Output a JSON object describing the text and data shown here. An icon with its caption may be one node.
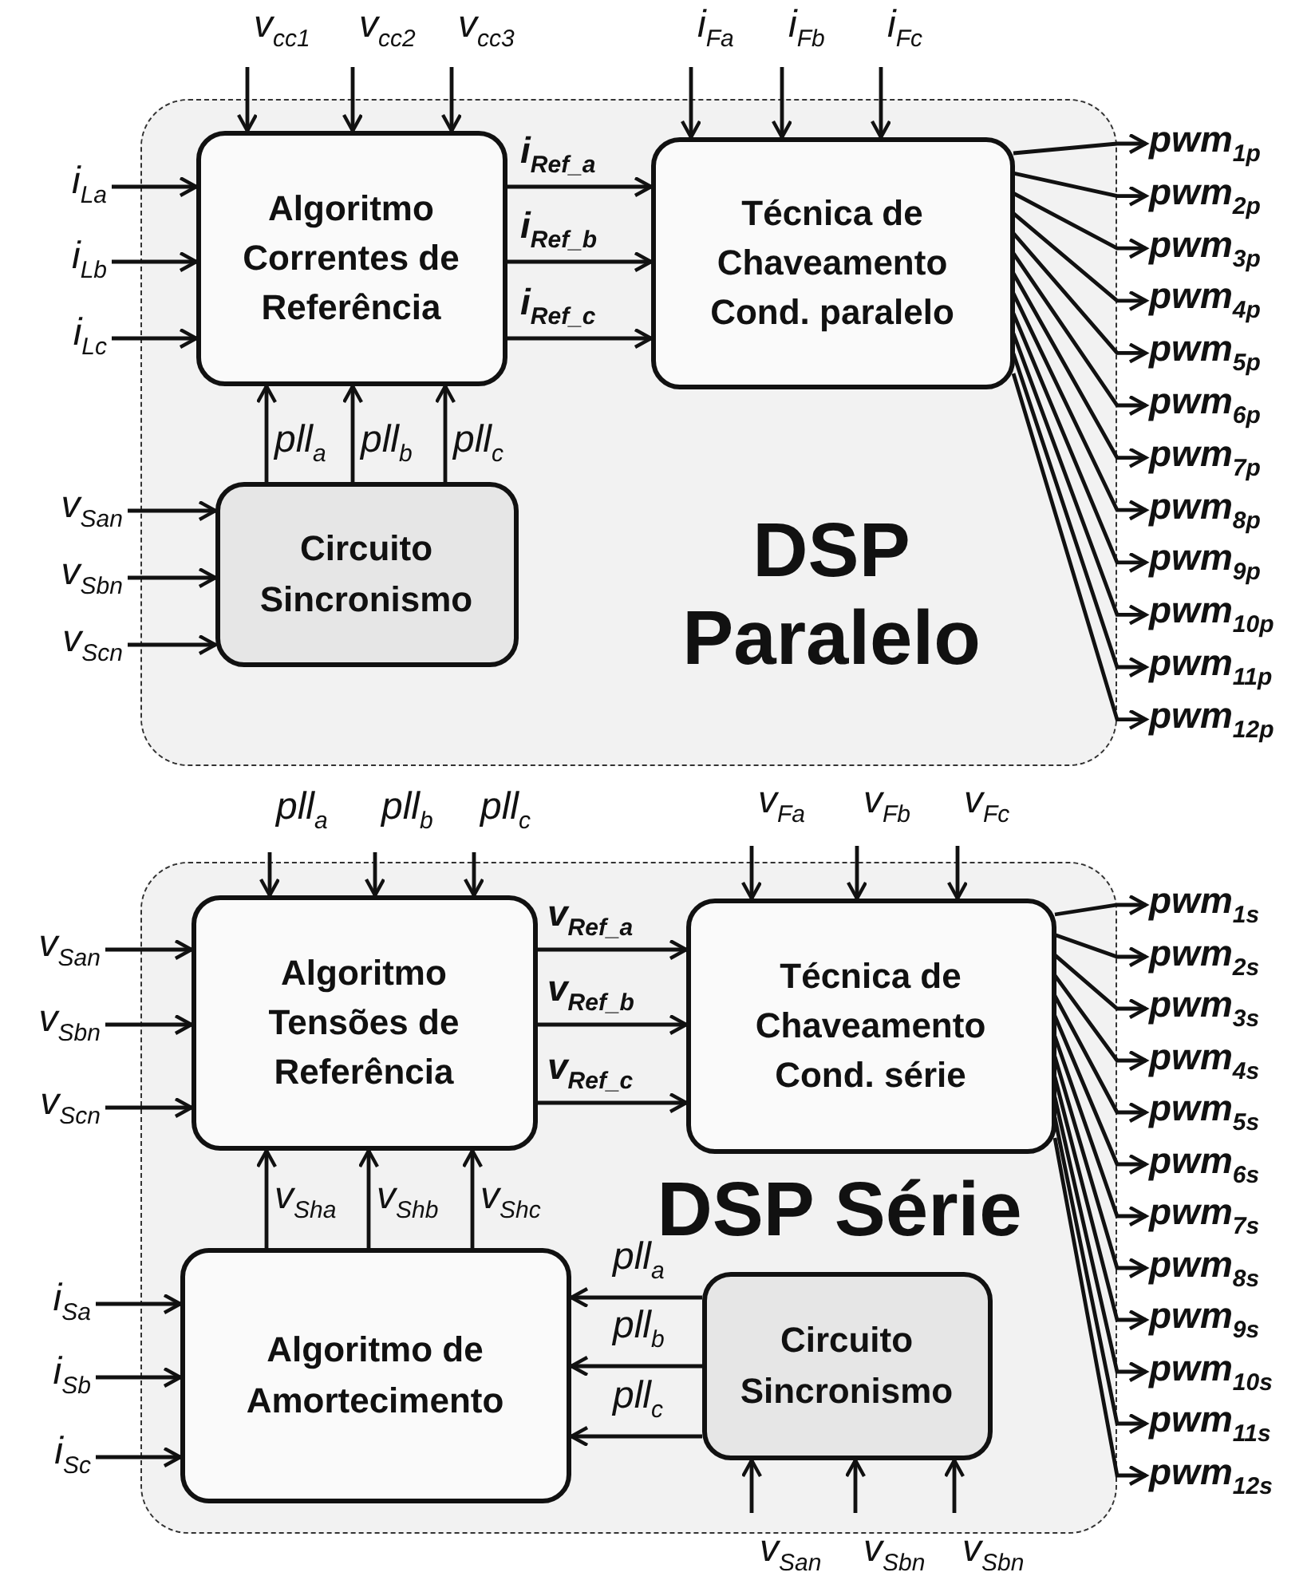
{
  "diagram": {
    "nodes": [
      {
        "text": [
          "DSP Paralelo"
        ]
      },
      {
        "text": [
          "Algoritmo Correntes de Referência"
        ],
        "in": 0
      },
      {
        "text": [
          "Técnica de Chaveamento Cond. paralelo"
        ],
        "in": 0
      },
      {
        "text": [
          "Circuito Sincronismo"
        ],
        "in": 0
      },
      {
        "text": [
          "v$_{cc1}$"
        ]
      },
      {
        "text": [
          "v$_{cc2}$"
        ]
      },
      {
        "text": [
          "v$_{cc3}$"
        ]
      },
      {
        "text": [
          "i$_{Fa}$"
        ]
      },
      {
        "text": [
          "i$_{Fb}$"
        ]
      },
      {
        "text": [
          "i$_{Fc}$"
        ]
      },
      {
        "text": [
          "i$_{La}$"
        ]
      },
      {
        "text": [
          "i$_{Lb}$"
        ]
      },
      {
        "text": [
          "i$_{Lc}$"
        ]
      },
      {
        "text": [
          "v$_{San}$"
        ]
      },
      {
        "text": [
          "v$_{Sbn}$"
        ]
      },
      {
        "text": [
          "v$_{Scn}$"
        ]
      },
      {
        "text": [
          "pwm$_{1p}$"
        ]
      },
      {
        "text": [
          "pwm$_{2p}$"
        ]
      },
      {
        "text": [
          "pwm$_{3p}$"
        ]
      },
      {
        "text": [
          "pwm$_{4p}$"
        ]
      },
      {
        "text": [
          "pwm$_{5p}$"
        ]
      },
      {
        "text": [
          "pwm$_{6p}$"
        ]
      },
      {
        "text": [
          "pwm$_{7p}$"
        ]
      },
      {
        "text": [
          "pwm$_{8p}$"
        ]
      },
      {
        "text": [
          "pwm$_{9p}$"
        ]
      },
      {
        "text": [
          "pwm$_{10p}$"
        ]
      },
      {
        "text": [
          "pwm$_{11p}$"
        ]
      },
      {
        "text": [
          "pwm$_{12p}$"
        ]
      },
      {
        "text": [
          "DSP Série"
        ]
      },
      {
        "text": [
          "Algoritmo Tensões de Referência"
        ],
        "in": 28
      },
      {
        "text": [
          "Técnica de Chaveamento Cond. série"
        ],
        "in": 28
      },
      {
        "text": [
          "Algoritmo de Amortecimento"
        ],
        "in": 28
      },
      {
        "text": [
          "Circuito Sincronismo"
        ],
        "in": 28
      },
      {
        "text": [
          "pll$_{a}$"
        ]
      },
      {
        "text": [
          "pll$_{b}$"
        ]
      },
      {
        "text": [
          "pll$_{c}$"
        ]
      },
      {
        "text": [
          "v$_{Fa}$"
        ]
      },
      {
        "text": [
          "v$_{Fb}$"
        ]
      },
      {
        "text": [
          "v$_{Fc}$"
        ]
      },
      {
        "text": [
          "v$_{San}$"
        ]
      },
      {
        "text": [
          "v$_{Sbn}$"
        ]
      },
      {
        "text": [
          "v$_{Scn}$"
        ]
      },
      {
        "text": [
          "i$_{Sa}$"
        ]
      },
      {
        "text": [
          "i$_{Sb}$"
        ]
      },
      {
        "text": [
          "i$_{Sc}$"
        ]
      },
      {
        "text": [
          "v$_{San}$"
        ]
      },
      {
        "text": [
          "v$_{Sbn}$"
        ]
      },
      {
        "text": [
          "v$_{Sbn}$"
        ]
      },
      {
        "text": [
          "pwm$_{1s}$"
        ]
      },
      {
        "text": [
          "pwm$_{2s}$"
        ]
      },
      {
        "text": [
          "pwm$_{3s}$"
        ]
      },
      {
        "text": [
          "pwm$_{4s}$"
        ]
      },
      {
        "text": [
          "pwm$_{5s}$"
        ]
      },
      {
        "text": [
          "pwm$_{6s}$"
        ]
      },
      {
        "text": [
          "pwm$_{7s}$"
        ]
      },
      {
        "text": [
          "pwm$_{8s}$"
        ]
      },
      {
        "text": [
          "pwm$_{9s}$"
        ]
      },
      {
        "text": [
          "pwm$_{10s}$"
        ]
      },
      {
        "text": [
          "pwm$_{11s}$"
        ]
      },
      {
        "text": [
          "pwm$_{12s}$"
        ]
      }
    ],
    "edges": [
      {
        "from": 4,
        "to": 1,
        "arrow": "to"
      },
      {
        "from": 5,
        "to": 1,
        "arrow": "to"
      },
      {
        "from": 6,
        "to": 1,
        "arrow": "to"
      },
      {
        "from": 7,
        "to": 2,
        "arrow": "to"
      },
      {
        "from": 8,
        "to": 2,
        "arrow": "to"
      },
      {
        "from": 9,
        "to": 2,
        "arrow": "to"
      },
      {
        "from": 10,
        "to": 1,
        "arrow": "to"
      },
      {
        "from": 11,
        "to": 1,
        "arrow": "to"
      },
      {
        "from": 12,
        "to": 1,
        "arrow": "to"
      },
      {
        "from": 13,
        "to": 3,
        "arrow": "to"
      },
      {
        "from": 14,
        "to": 3,
        "arrow": "to"
      },
      {
        "from": 15,
        "to": 3,
        "arrow": "to"
      },
      {
        "from": 1,
        "to": 2,
        "arrow": "to",
        "label": "i$_{Ref_a}$"
      },
      {
        "from": 1,
        "to": 2,
        "arrow": "to",
        "label": "i$_{Ref_b}$"
      },
      {
        "from": 1,
        "to": 2,
        "arrow": "to",
        "label": "i$_{Ref_c}$"
      },
      {
        "from": 3,
        "to": 1,
        "arrow": "to",
        "label": "pll$_{a}$"
      },
      {
        "from": 3,
        "to": 1,
        "arrow": "to",
        "label": "pll$_{b}$"
      },
      {
        "from": 3,
        "to": 1,
        "arrow": "to",
        "label": "pll$_{c}$"
      },
      {
        "from": 2,
        "to": 16,
        "arrow": "to"
      },
      {
        "from": 2,
        "to": 17,
        "arrow": "to"
      },
      {
        "from": 2,
        "to": 18,
        "arrow": "to"
      },
      {
        "from": 2,
        "to": 19,
        "arrow": "to"
      },
      {
        "from": 2,
        "to": 20,
        "arrow": "to"
      },
      {
        "from": 2,
        "to": 21,
        "arrow": "to"
      },
      {
        "from": 2,
        "to": 22,
        "arrow": "to"
      },
      {
        "from": 2,
        "to": 23,
        "arrow": "to"
      },
      {
        "from": 2,
        "to": 24,
        "arrow": "to"
      },
      {
        "from": 2,
        "to": 25,
        "arrow": "to"
      },
      {
        "from": 2,
        "to": 26,
        "arrow": "to"
      },
      {
        "from": 2,
        "to": 27,
        "arrow": "to"
      },
      {
        "from": 33,
        "to": 29,
        "arrow": "to"
      },
      {
        "from": 34,
        "to": 29,
        "arrow": "to"
      },
      {
        "from": 35,
        "to": 29,
        "arrow": "to"
      },
      {
        "from": 36,
        "to": 30,
        "arrow": "to"
      },
      {
        "from": 37,
        "to": 30,
        "arrow": "to"
      },
      {
        "from": 38,
        "to": 30,
        "arrow": "to"
      },
      {
        "from": 39,
        "to": 29,
        "arrow": "to"
      },
      {
        "from": 40,
        "to": 29,
        "arrow": "to"
      },
      {
        "from": 41,
        "to": 29,
        "arrow": "to"
      },
      {
        "from": 42,
        "to": 31,
        "arrow": "to"
      },
      {
        "from": 43,
        "to": 31,
        "arrow": "to"
      },
      {
        "from": 44,
        "to": 31,
        "arrow": "to"
      },
      {
        "from": 45,
        "to": 32,
        "arrow": "to"
      },
      {
        "from": 46,
        "to": 32,
        "arrow": "to"
      },
      {
        "from": 47,
        "to": 32,
        "arrow": "to"
      },
      {
        "from": 29,
        "to": 30,
        "arrow": "to",
        "label": "v$_{Ref_a}$"
      },
      {
        "from": 29,
        "to": 30,
        "arrow": "to",
        "label": "v$_{Ref_b}$"
      },
      {
        "from": 29,
        "to": 30,
        "arrow": "to",
        "label": "v$_{Ref_c}$"
      },
      {
        "from": 31,
        "to": 29,
        "arrow": "to",
        "label": "v$_{Sha}$"
      },
      {
        "from": 31,
        "to": 29,
        "arrow": "to",
        "label": "v$_{Shb}$"
      },
      {
        "from": 31,
        "to": 29,
        "arrow": "to",
        "label": "v$_{Shc}$"
      },
      {
        "from": 32,
        "to": 31,
        "arrow": "to",
        "label": "pll$_{a}$"
      },
      {
        "from": 32,
        "to": 31,
        "arrow": "to",
        "label": "pll$_{b}$"
      },
      {
        "from": 32,
        "to": 31,
        "arrow": "to",
        "label": "pll$_{c}$"
      },
      {
        "from": 30,
        "to": 48,
        "arrow": "to"
      },
      {
        "from": 30,
        "to": 49,
        "arrow": "to"
      },
      {
        "from": 30,
        "to": 50,
        "arrow": "to"
      },
      {
        "from": 30,
        "to": 51,
        "arrow": "to"
      },
      {
        "from": 30,
        "to": 52,
        "arrow": "to"
      },
      {
        "from": 30,
        "to": 53,
        "arrow": "to"
      },
      {
        "from": 30,
        "to": 54,
        "arrow": "to"
      },
      {
        "from": 30,
        "to": 55,
        "arrow": "to"
      },
      {
        "from": 30,
        "to": 56,
        "arrow": "to"
      },
      {
        "from": 30,
        "to": 57,
        "arrow": "to"
      },
      {
        "from": 30,
        "to": 58,
        "arrow": "to"
      },
      {
        "from": 30,
        "to": 59,
        "arrow": "to"
      }
    ]
  }
}
